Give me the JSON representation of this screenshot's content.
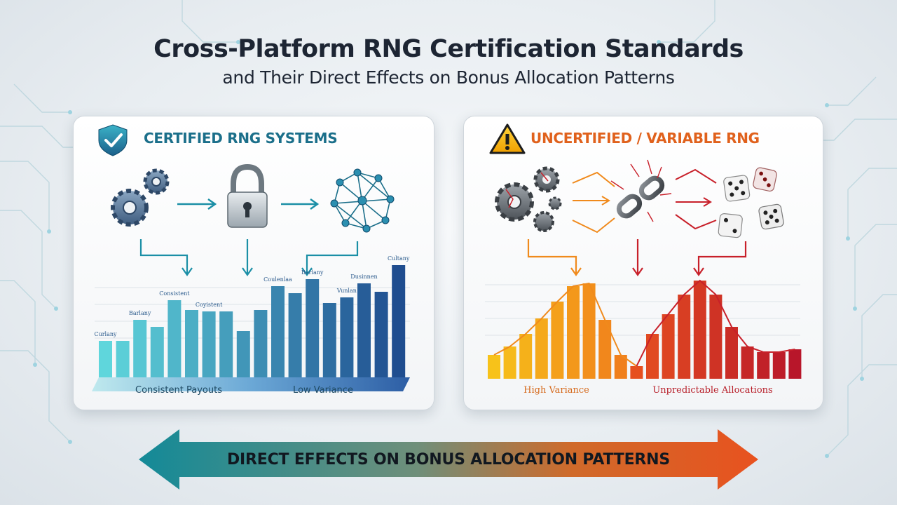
{
  "title": "Cross-Platform RNG Certification Standards",
  "subtitle": "and Their Direct Effects on Bonus Allocation Patterns",
  "left_panel": {
    "heading": "CERTIFIED RNG SYSTEMS",
    "caption_left": "Consistent Payouts",
    "caption_right": "Low Variance",
    "icons": [
      "shield-check-icon",
      "gears-icon",
      "padlock-icon",
      "network-icon"
    ]
  },
  "right_panel": {
    "heading": "UNCERTIFIED / VARIABLE RNG",
    "caption_left": "High Variance",
    "caption_right": "Unpredictable Allocations",
    "icons": [
      "warning-icon",
      "broken-gears-icon",
      "broken-chain-icon",
      "dice-icon"
    ]
  },
  "banner": {
    "text": "DIRECT EFFECTS ON BONUS ALLOCATION PATTERNS"
  },
  "colors": {
    "teal": "#1b8fa6",
    "blue": "#1f4d8f",
    "orange": "#f08a1c",
    "red": "#c8202a"
  },
  "chart_data": [
    {
      "type": "bar",
      "values": [
        0.26,
        0.26,
        0.41,
        0.36,
        0.55,
        0.48,
        0.47,
        0.47,
        0.33,
        0.48,
        0.65,
        0.6,
        0.7,
        0.53,
        0.57,
        0.67,
        0.61,
        0.8
      ],
      "data_labels": [
        {
          "bar": 0,
          "text": "Curlany"
        },
        {
          "bar": 2,
          "text": "Barlany"
        },
        {
          "bar": 4,
          "text": "Consistent"
        },
        {
          "bar": 6,
          "text": "Coyistent"
        },
        {
          "bar": 10,
          "text": "Coulenlaa"
        },
        {
          "bar": 12,
          "text": "Barlany"
        },
        {
          "bar": 14,
          "text": "Vunlan"
        },
        {
          "bar": 15,
          "text": "Dusinnen"
        },
        {
          "bar": 17,
          "text": "Cultany"
        }
      ]
    },
    {
      "type": "bar",
      "values": [
        0.17,
        0.23,
        0.32,
        0.43,
        0.55,
        0.66,
        0.68,
        0.42,
        0.17,
        0.09,
        0.32,
        0.46,
        0.6,
        0.7,
        0.6,
        0.37,
        0.23,
        0.19,
        0.19,
        0.21
      ]
    }
  ]
}
